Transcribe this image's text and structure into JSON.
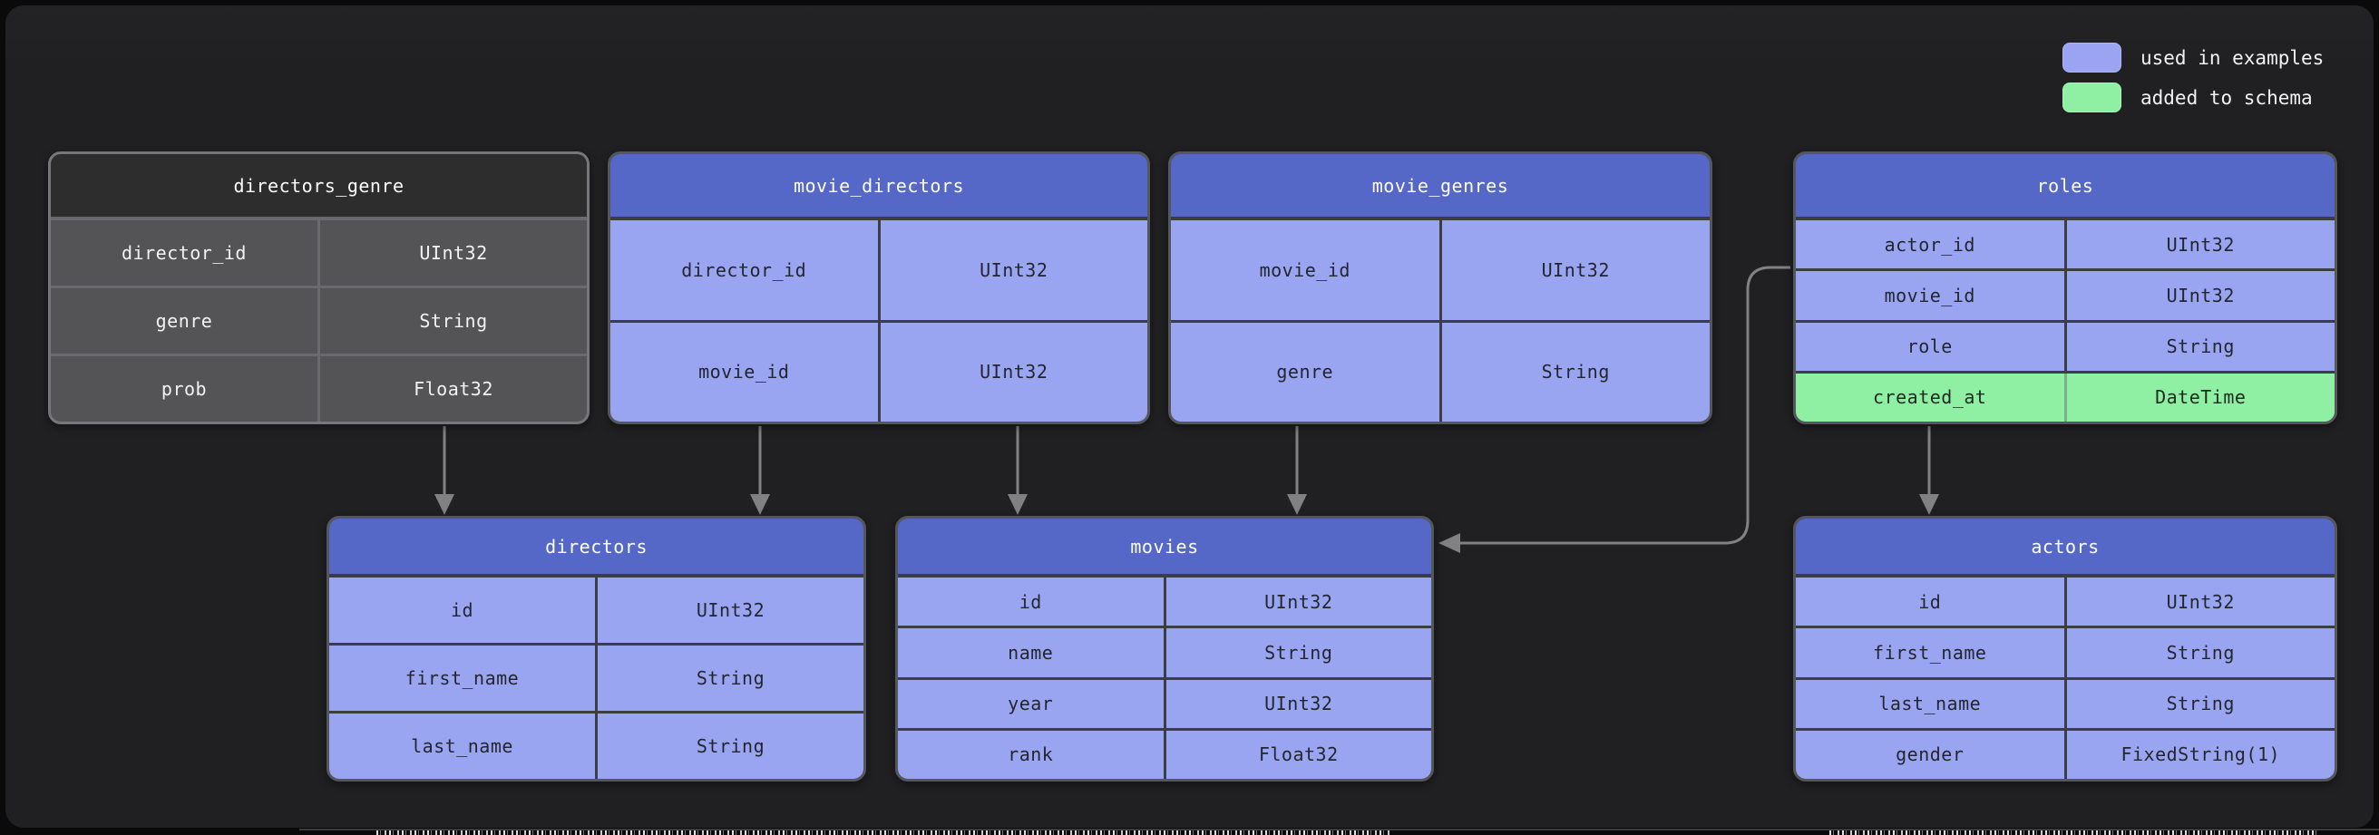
{
  "legend": {
    "items": [
      {
        "label": "used in examples",
        "swatch_color": "#9aa4f3"
      },
      {
        "label": "added to schema",
        "swatch_color": "#8ff0a4"
      }
    ]
  },
  "tables": [
    {
      "name": "directors_genre",
      "variant": "dark",
      "rows": [
        {
          "field": "director_id",
          "type": "UInt32"
        },
        {
          "field": "genre",
          "type": "String"
        },
        {
          "field": "prob",
          "type": "Float32"
        }
      ]
    },
    {
      "name": "movie_directors",
      "variant": "blue",
      "rows": [
        {
          "field": "director_id",
          "type": "UInt32"
        },
        {
          "field": "movie_id",
          "type": "UInt32"
        }
      ]
    },
    {
      "name": "movie_genres",
      "variant": "blue",
      "rows": [
        {
          "field": "movie_id",
          "type": "UInt32"
        },
        {
          "field": "genre",
          "type": "String"
        }
      ]
    },
    {
      "name": "roles",
      "variant": "blue",
      "rows": [
        {
          "field": "actor_id",
          "type": "UInt32"
        },
        {
          "field": "movie_id",
          "type": "UInt32"
        },
        {
          "field": "role",
          "type": "String"
        },
        {
          "field": "created_at",
          "type": "DateTime",
          "highlight": "added_to_schema"
        }
      ]
    },
    {
      "name": "directors",
      "variant": "blue",
      "rows": [
        {
          "field": "id",
          "type": "UInt32"
        },
        {
          "field": "first_name",
          "type": "String"
        },
        {
          "field": "last_name",
          "type": "String"
        }
      ]
    },
    {
      "name": "movies",
      "variant": "blue",
      "rows": [
        {
          "field": "id",
          "type": "UInt32"
        },
        {
          "field": "name",
          "type": "String"
        },
        {
          "field": "year",
          "type": "UInt32"
        },
        {
          "field": "rank",
          "type": "Float32"
        }
      ]
    },
    {
      "name": "actors",
      "variant": "blue",
      "rows": [
        {
          "field": "id",
          "type": "UInt32"
        },
        {
          "field": "first_name",
          "type": "String"
        },
        {
          "field": "last_name",
          "type": "String"
        },
        {
          "field": "gender",
          "type": "FixedString(1)"
        }
      ]
    }
  ],
  "relations": [
    {
      "from": "directors_genre",
      "to": "directors"
    },
    {
      "from": "movie_directors.director_id",
      "to": "directors"
    },
    {
      "from": "movie_directors.movie_id",
      "to": "movies"
    },
    {
      "from": "movie_genres.movie_id",
      "to": "movies"
    },
    {
      "from": "roles.movie_id",
      "to": "movies"
    },
    {
      "from": "roles",
      "to": "actors"
    }
  ],
  "colors": {
    "background": "#0a0a0b",
    "panel": "#202022",
    "header_blue": "#5568c8",
    "row_blue": "#9aa5f2",
    "row_green": "#8ff0a4",
    "dark_table_header": "#2d2d2e",
    "dark_table_row": "#545456",
    "arrow": "#818184"
  }
}
